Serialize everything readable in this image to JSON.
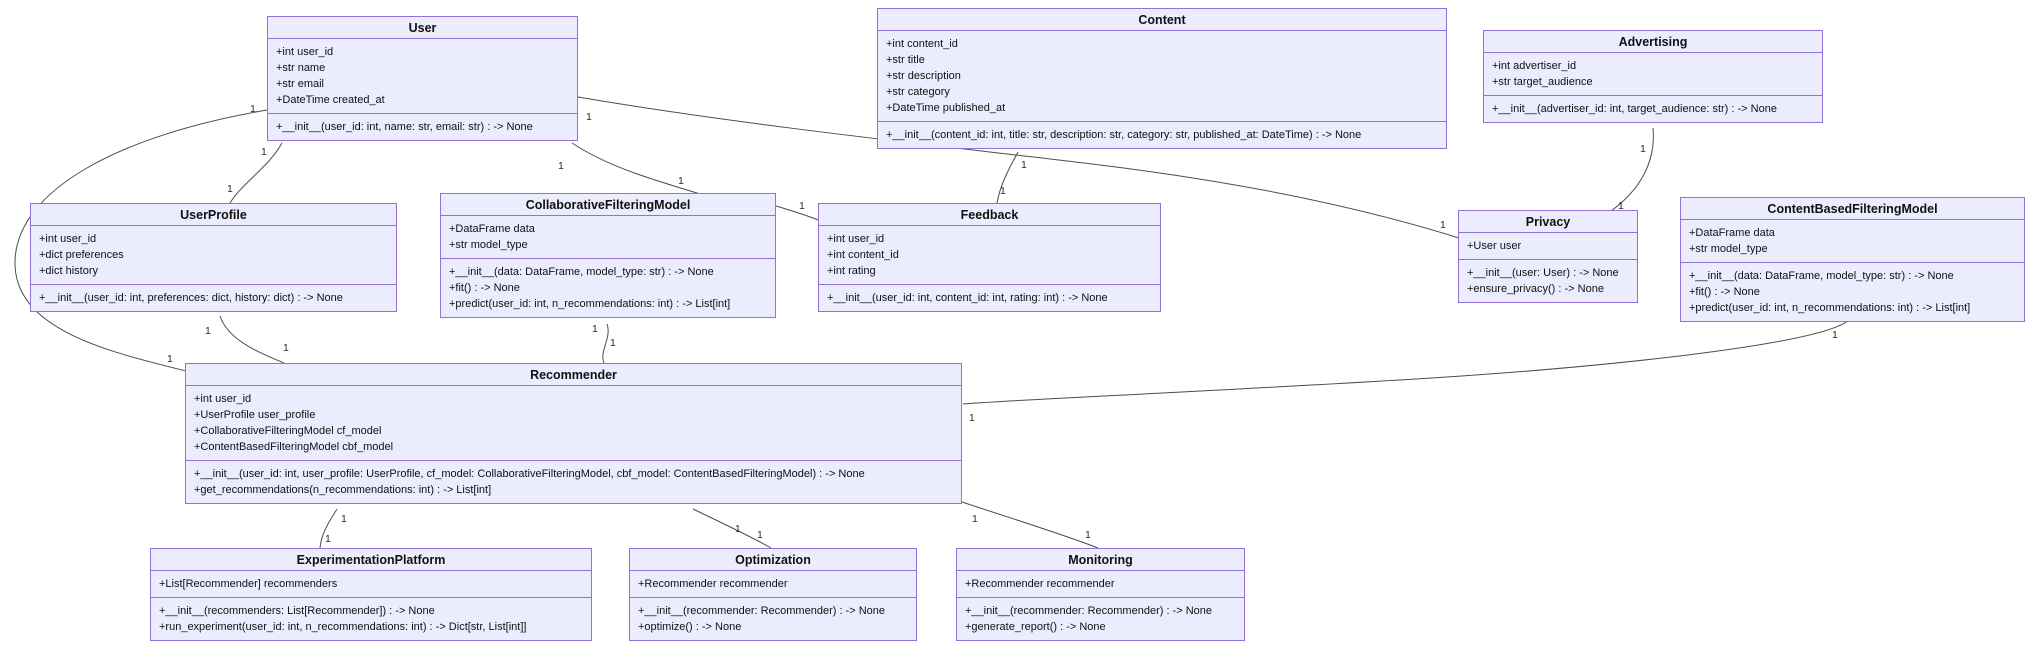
{
  "diagram": {
    "type": "uml-class-diagram",
    "colors": {
      "node_fill": "#ECECFF",
      "node_border": "#9370DB",
      "edge_stroke": "#4d4d4d",
      "text": "#111111",
      "background": "#ffffff"
    },
    "classes": [
      {
        "id": "user",
        "name": "User",
        "attributes": [
          "+int user_id",
          "+str name",
          "+str email",
          "+DateTime created_at"
        ],
        "methods": [
          "+__init__(user_id: int, name: str, email: str) : -> None"
        ]
      },
      {
        "id": "content",
        "name": "Content",
        "attributes": [
          "+int content_id",
          "+str title",
          "+str description",
          "+str category",
          "+DateTime published_at"
        ],
        "methods": [
          "+__init__(content_id: int, title: str, description: str, category: str, published_at: DateTime) : -> None"
        ]
      },
      {
        "id": "advertising",
        "name": "Advertising",
        "attributes": [
          "+int advertiser_id",
          "+str target_audience"
        ],
        "methods": [
          "+__init__(advertiser_id: int, target_audience: str) : -> None"
        ]
      },
      {
        "id": "userprofile",
        "name": "UserProfile",
        "attributes": [
          "+int user_id",
          "+dict preferences",
          "+dict history"
        ],
        "methods": [
          "+__init__(user_id: int, preferences: dict, history: dict) : -> None"
        ]
      },
      {
        "id": "cfm",
        "name": "CollaborativeFilteringModel",
        "attributes": [
          "+DataFrame data",
          "+str model_type"
        ],
        "methods": [
          "+__init__(data: DataFrame, model_type: str) : -> None",
          "+fit() : -> None",
          "+predict(user_id: int, n_recommendations: int) : -> List[int]"
        ]
      },
      {
        "id": "feedback",
        "name": "Feedback",
        "attributes": [
          "+int user_id",
          "+int content_id",
          "+int rating"
        ],
        "methods": [
          "+__init__(user_id: int, content_id: int, rating: int) : -> None"
        ]
      },
      {
        "id": "privacy",
        "name": "Privacy",
        "attributes": [
          "+User user"
        ],
        "methods": [
          "+__init__(user: User) : -> None",
          "+ensure_privacy() : -> None"
        ]
      },
      {
        "id": "cbfm",
        "name": "ContentBasedFilteringModel",
        "attributes": [
          "+DataFrame data",
          "+str model_type"
        ],
        "methods": [
          "+__init__(data: DataFrame, model_type: str) : -> None",
          "+fit() : -> None",
          "+predict(user_id: int, n_recommendations: int) : -> List[int]"
        ]
      },
      {
        "id": "recommender",
        "name": "Recommender",
        "attributes": [
          "+int user_id",
          "+UserProfile user_profile",
          "+CollaborativeFilteringModel cf_model",
          "+ContentBasedFilteringModel cbf_model"
        ],
        "methods": [
          "+__init__(user_id: int, user_profile: UserProfile, cf_model: CollaborativeFilteringModel, cbf_model: ContentBasedFilteringModel) : -> None",
          "+get_recommendations(n_recommendations: int) : -> List[int]"
        ]
      },
      {
        "id": "experimentation",
        "name": "ExperimentationPlatform",
        "attributes": [
          "+List[Recommender] recommenders"
        ],
        "methods": [
          "+__init__(recommenders: List[Recommender]) : -> None",
          "+run_experiment(user_id: int, n_recommendations: int) : -> Dict[str, List[int]]"
        ]
      },
      {
        "id": "optimization",
        "name": "Optimization",
        "attributes": [
          "+Recommender recommender"
        ],
        "methods": [
          "+__init__(recommender: Recommender) : -> None",
          "+optimize() : -> None"
        ]
      },
      {
        "id": "monitoring",
        "name": "Monitoring",
        "attributes": [
          "+Recommender recommender"
        ],
        "methods": [
          "+__init__(recommender: Recommender) : -> None",
          "+generate_report() : -> None"
        ]
      }
    ],
    "relations": [
      {
        "from": "User",
        "to": "UserProfile",
        "from_label": "1",
        "to_label": "1"
      },
      {
        "from": "User",
        "to": "Recommender",
        "from_label": "1",
        "to_label": "1"
      },
      {
        "from": "User",
        "to": "CollaborativeFilteringModel",
        "from_label": "1",
        "to_label": "1"
      },
      {
        "from": "User",
        "to": "Privacy",
        "from_label": "1",
        "to_label": "1"
      },
      {
        "from": "UserProfile",
        "to": "Recommender",
        "from_label": "1",
        "to_label": "1"
      },
      {
        "from": "CollaborativeFilteringModel",
        "to": "Recommender",
        "from_label": "1",
        "to_label": "1"
      },
      {
        "from": "CollaborativeFilteringModel",
        "to": "Feedback",
        "from_label": "",
        "to_label": "1"
      },
      {
        "from": "Content",
        "to": "Feedback",
        "from_label": "1",
        "to_label": "1"
      },
      {
        "from": "Advertising",
        "to": "Privacy",
        "from_label": "1",
        "to_label": "1"
      },
      {
        "from": "ContentBasedFilteringModel",
        "to": "Recommender",
        "from_label": "1",
        "to_label": "1"
      },
      {
        "from": "Recommender",
        "to": "ExperimentationPlatform",
        "from_label": "1",
        "to_label": "1"
      },
      {
        "from": "Recommender",
        "to": "Optimization",
        "from_label": "1",
        "to_label": "1"
      },
      {
        "from": "Recommender",
        "to": "Monitoring",
        "from_label": "1",
        "to_label": "1"
      }
    ]
  }
}
